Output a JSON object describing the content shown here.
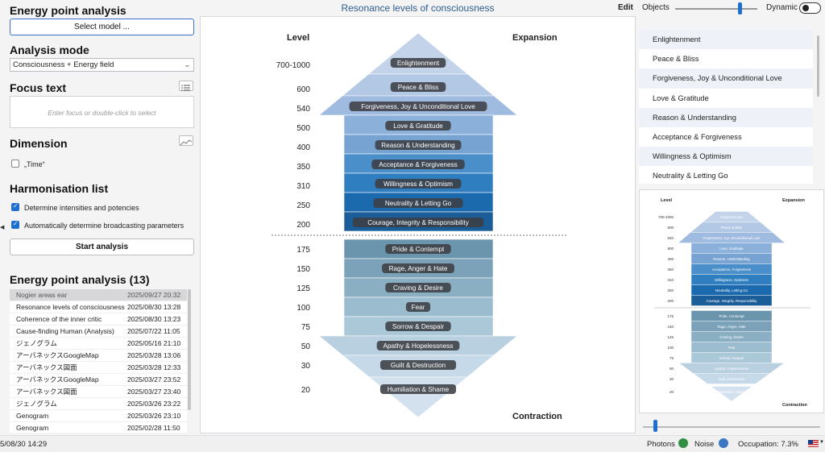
{
  "left": {
    "title": "Energy point analysis",
    "select_model": "Select model ...",
    "analysis_mode_title": "Analysis mode",
    "analysis_mode_value": "Consciousness + Energy field",
    "focus_title": "Focus text",
    "focus_placeholder": "Enter focus or double-click to select",
    "dimension_title": "Dimension",
    "time_label": "„Time“",
    "harmonisation_title": "Harmonisation list",
    "opt1": "Determine intensities and potencies",
    "opt2": "Automatically determine broadcasting parameters",
    "start_analysis": "Start analysis",
    "history_title": "Energy point analysis (13)",
    "history": [
      {
        "name": "Nogier areas ear",
        "date": "2025/09/27 20:32"
      },
      {
        "name": "Resonance levels of consciousness",
        "date": "2025/08/30 13:28"
      },
      {
        "name": "Coherence of the inner critic",
        "date": "2025/08/30 13:23"
      },
      {
        "name": "Cause-finding Human (Analysis)",
        "date": "2025/07/22 11:05"
      },
      {
        "name": "ジェノグラム",
        "date": "2025/05/16 21:10"
      },
      {
        "name": "アーバネックスGoogleMap",
        "date": "2025/03/28 13:06"
      },
      {
        "name": "アーバネックス図面",
        "date": "2025/03/28 12:33"
      },
      {
        "name": "アーバネックスGoogleMap",
        "date": "2025/03/27 23:52"
      },
      {
        "name": "アーバネックス図面",
        "date": "2025/03/27 23:40"
      },
      {
        "name": "ジェノグラム",
        "date": "2025/03/26 23:22"
      },
      {
        "name": "Genogram",
        "date": "2025/03/26 23:10"
      },
      {
        "name": "Genogram",
        "date": "2025/02/28 11:50"
      }
    ]
  },
  "center": {
    "title": "Resonance levels of consciousness",
    "level_header": "Level",
    "expansion_header": "Expansion",
    "contraction_label": "Contraction"
  },
  "chart_data": {
    "type": "table",
    "upper": [
      {
        "level": "700-1000",
        "label": "Enlightenment",
        "color": "#c3d3ea"
      },
      {
        "level": "600",
        "label": "Peace & Bliss",
        "color": "#b3c8e5"
      },
      {
        "level": "540",
        "label": "Forgiveness, Joy & Unconditional Love",
        "color": "#a0bbe0"
      },
      {
        "level": "500",
        "label": "Love & Gratitude",
        "color": "#8bb0da"
      },
      {
        "level": "400",
        "label": "Reason & Understanding",
        "color": "#77a3d3"
      },
      {
        "level": "350",
        "label": "Acceptance & Forgiveness",
        "color": "#4a8fca"
      },
      {
        "level": "310",
        "label": "Willingness & Optimism",
        "color": "#2f7ebf"
      },
      {
        "level": "250",
        "label": "Neutrality & Letting Go",
        "color": "#1b6aad"
      },
      {
        "level": "200",
        "label": "Courage, Integrity & Responsibility",
        "color": "#1b5d99"
      }
    ],
    "lower": [
      {
        "level": "175",
        "label": "Pride & Contempt",
        "color": "#6b94ad"
      },
      {
        "level": "150",
        "label": "Rage, Anger & Hate",
        "color": "#7ba2b9"
      },
      {
        "level": "125",
        "label": "Craving & Desire",
        "color": "#8aafc3"
      },
      {
        "level": "100",
        "label": "Fear",
        "color": "#9bbcce"
      },
      {
        "level": "75",
        "label": "Sorrow & Despair",
        "color": "#abc8d8"
      },
      {
        "level": "50",
        "label": "Apathy & Hopelessness",
        "color": "#b9d0e1"
      },
      {
        "level": "30",
        "label": "Guilt & Destruction",
        "color": "#c6d9e8"
      },
      {
        "level": "20",
        "label": "Humiliation & Shame",
        "color": "#d3e1ee"
      }
    ]
  },
  "right": {
    "edit": "Edit",
    "objects": "Objects",
    "objects_level": 0.77,
    "dynamic": "Dynamic",
    "list": [
      "Enlightenment",
      "Peace & Bliss",
      "Forgiveness, Joy & Unconditional Love",
      "Love & Gratitude",
      "Reason & Understanding",
      "Acceptance & Forgiveness",
      "Willingness & Optimism",
      "Neutrality & Letting Go"
    ],
    "thumb_level": "Level",
    "thumb_expansion": "Expansion",
    "thumb_contraction": "Contraction",
    "thumb_labels": [
      "Enlightenment",
      "Peace & Bliss",
      "Forgiveness, Joy, Unconditional Love",
      "Love, Gratitude",
      "Reason, Understanding",
      "Acceptance, Forgiveness",
      "Willingness, Optimism",
      "Neutrality, Letting Go",
      "Courage, Integrity, Responsibility",
      "Pride, Contempt",
      "Rage, Anger, Hate",
      "Craving, Desire",
      "Fear",
      "Sorrow, Despair",
      "Apathy, Hopelessness",
      "Guilt, Destruction",
      "Humiliation, Shame"
    ]
  },
  "status": {
    "datetime": "5/08/30 14:29",
    "photons": "Photons",
    "noise": "Noise",
    "occupation": "Occupation: 7.3%"
  }
}
